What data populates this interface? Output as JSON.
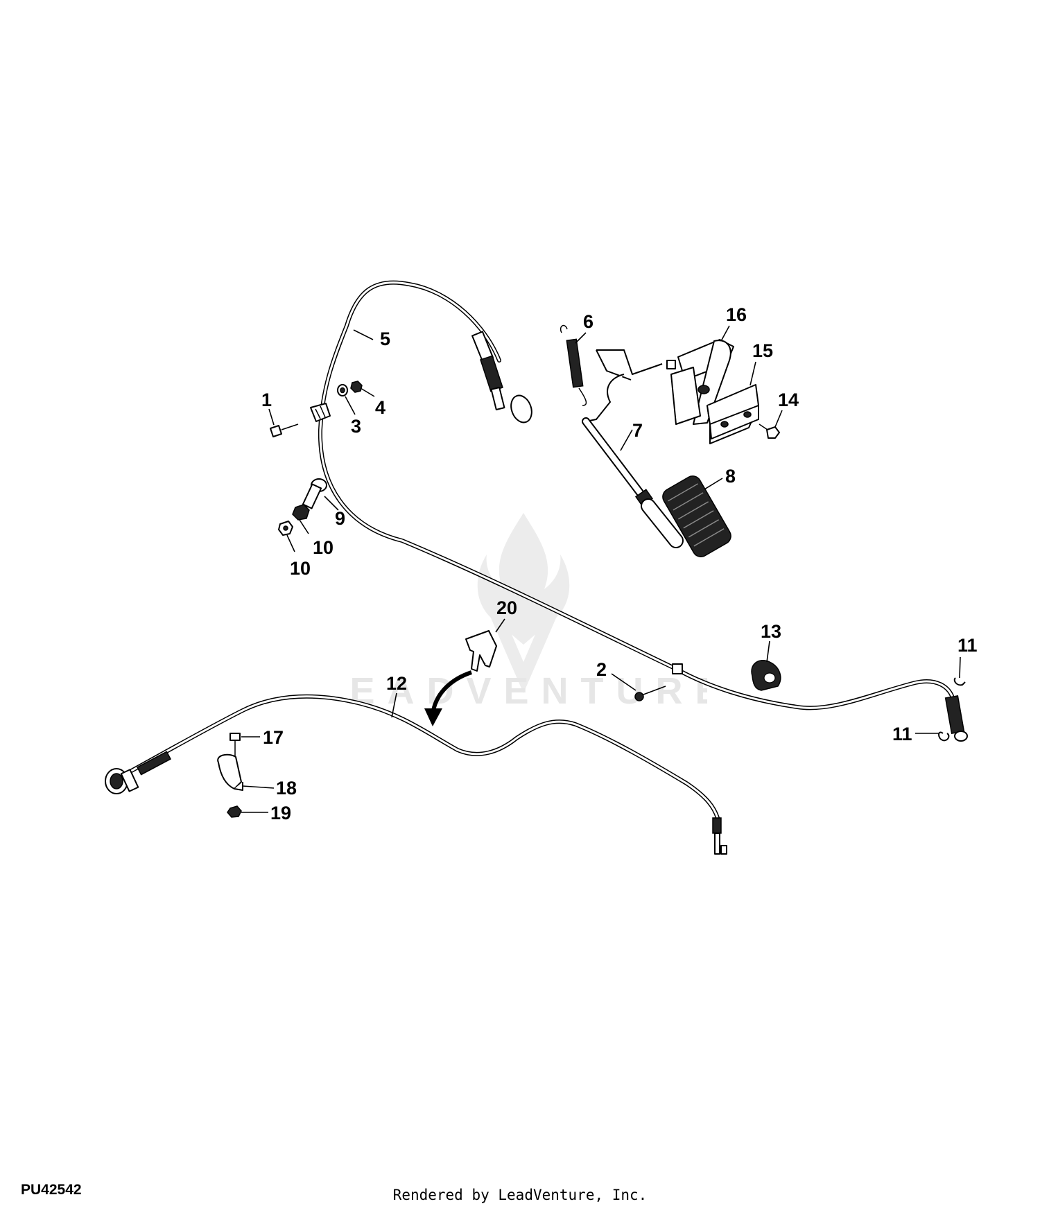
{
  "figure_id": "PU42542",
  "credit": "Rendered by LeadVenture, Inc.",
  "watermark": "LEADVENTURE",
  "callouts": {
    "c1": "1",
    "c2": "2",
    "c3": "3",
    "c4": "4",
    "c5": "5",
    "c6": "6",
    "c7": "7",
    "c8": "8",
    "c9": "9",
    "c10a": "10",
    "c10b": "10",
    "c11a": "11",
    "c11b": "11",
    "c12": "12",
    "c13": "13",
    "c14": "14",
    "c15": "15",
    "c16": "16",
    "c17": "17",
    "c18": "18",
    "c19": "19",
    "c20": "20"
  }
}
